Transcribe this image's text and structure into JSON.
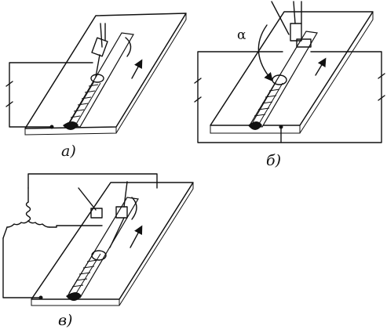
{
  "figure": {
    "panel_labels": {
      "a": "а)",
      "b": "б)",
      "c": "в)"
    },
    "angle_label": "α"
  }
}
